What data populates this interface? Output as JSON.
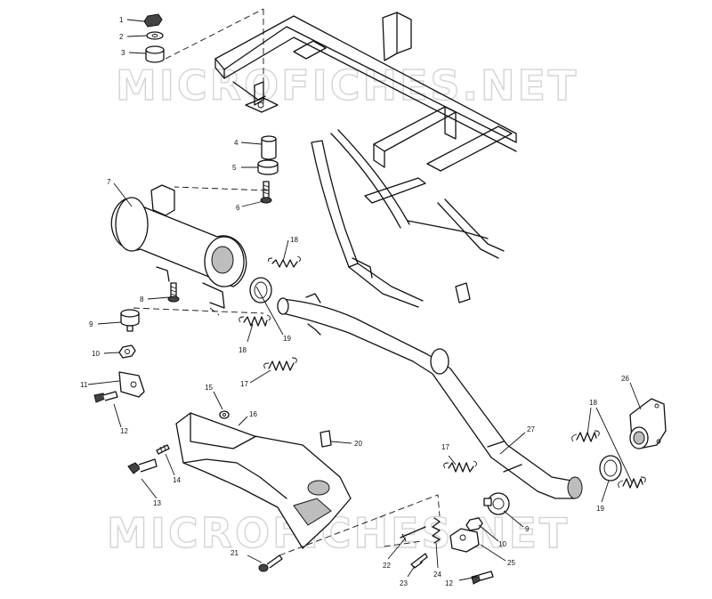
{
  "watermark": {
    "text": "MICROFICHES.NET"
  },
  "callouts": {
    "c1": "1",
    "c2": "2",
    "c3": "3",
    "c4": "4",
    "c5": "5",
    "c6": "6",
    "c7": "7",
    "c8": "8",
    "c9a": "9",
    "c9b": "9",
    "c10a": "10",
    "c10b": "10",
    "c11": "11",
    "c12a": "12",
    "c12b": "12",
    "c13": "13",
    "c14": "14",
    "c15": "15",
    "c16": "16",
    "c17a": "17",
    "c17b": "17",
    "c18a": "18",
    "c18b": "18",
    "c18c": "18",
    "c19a": "19",
    "c19b": "19",
    "c20": "20",
    "c21": "21",
    "c22": "22",
    "c23": "23",
    "c24": "24",
    "c25": "25",
    "c26": "26",
    "c27": "27"
  }
}
